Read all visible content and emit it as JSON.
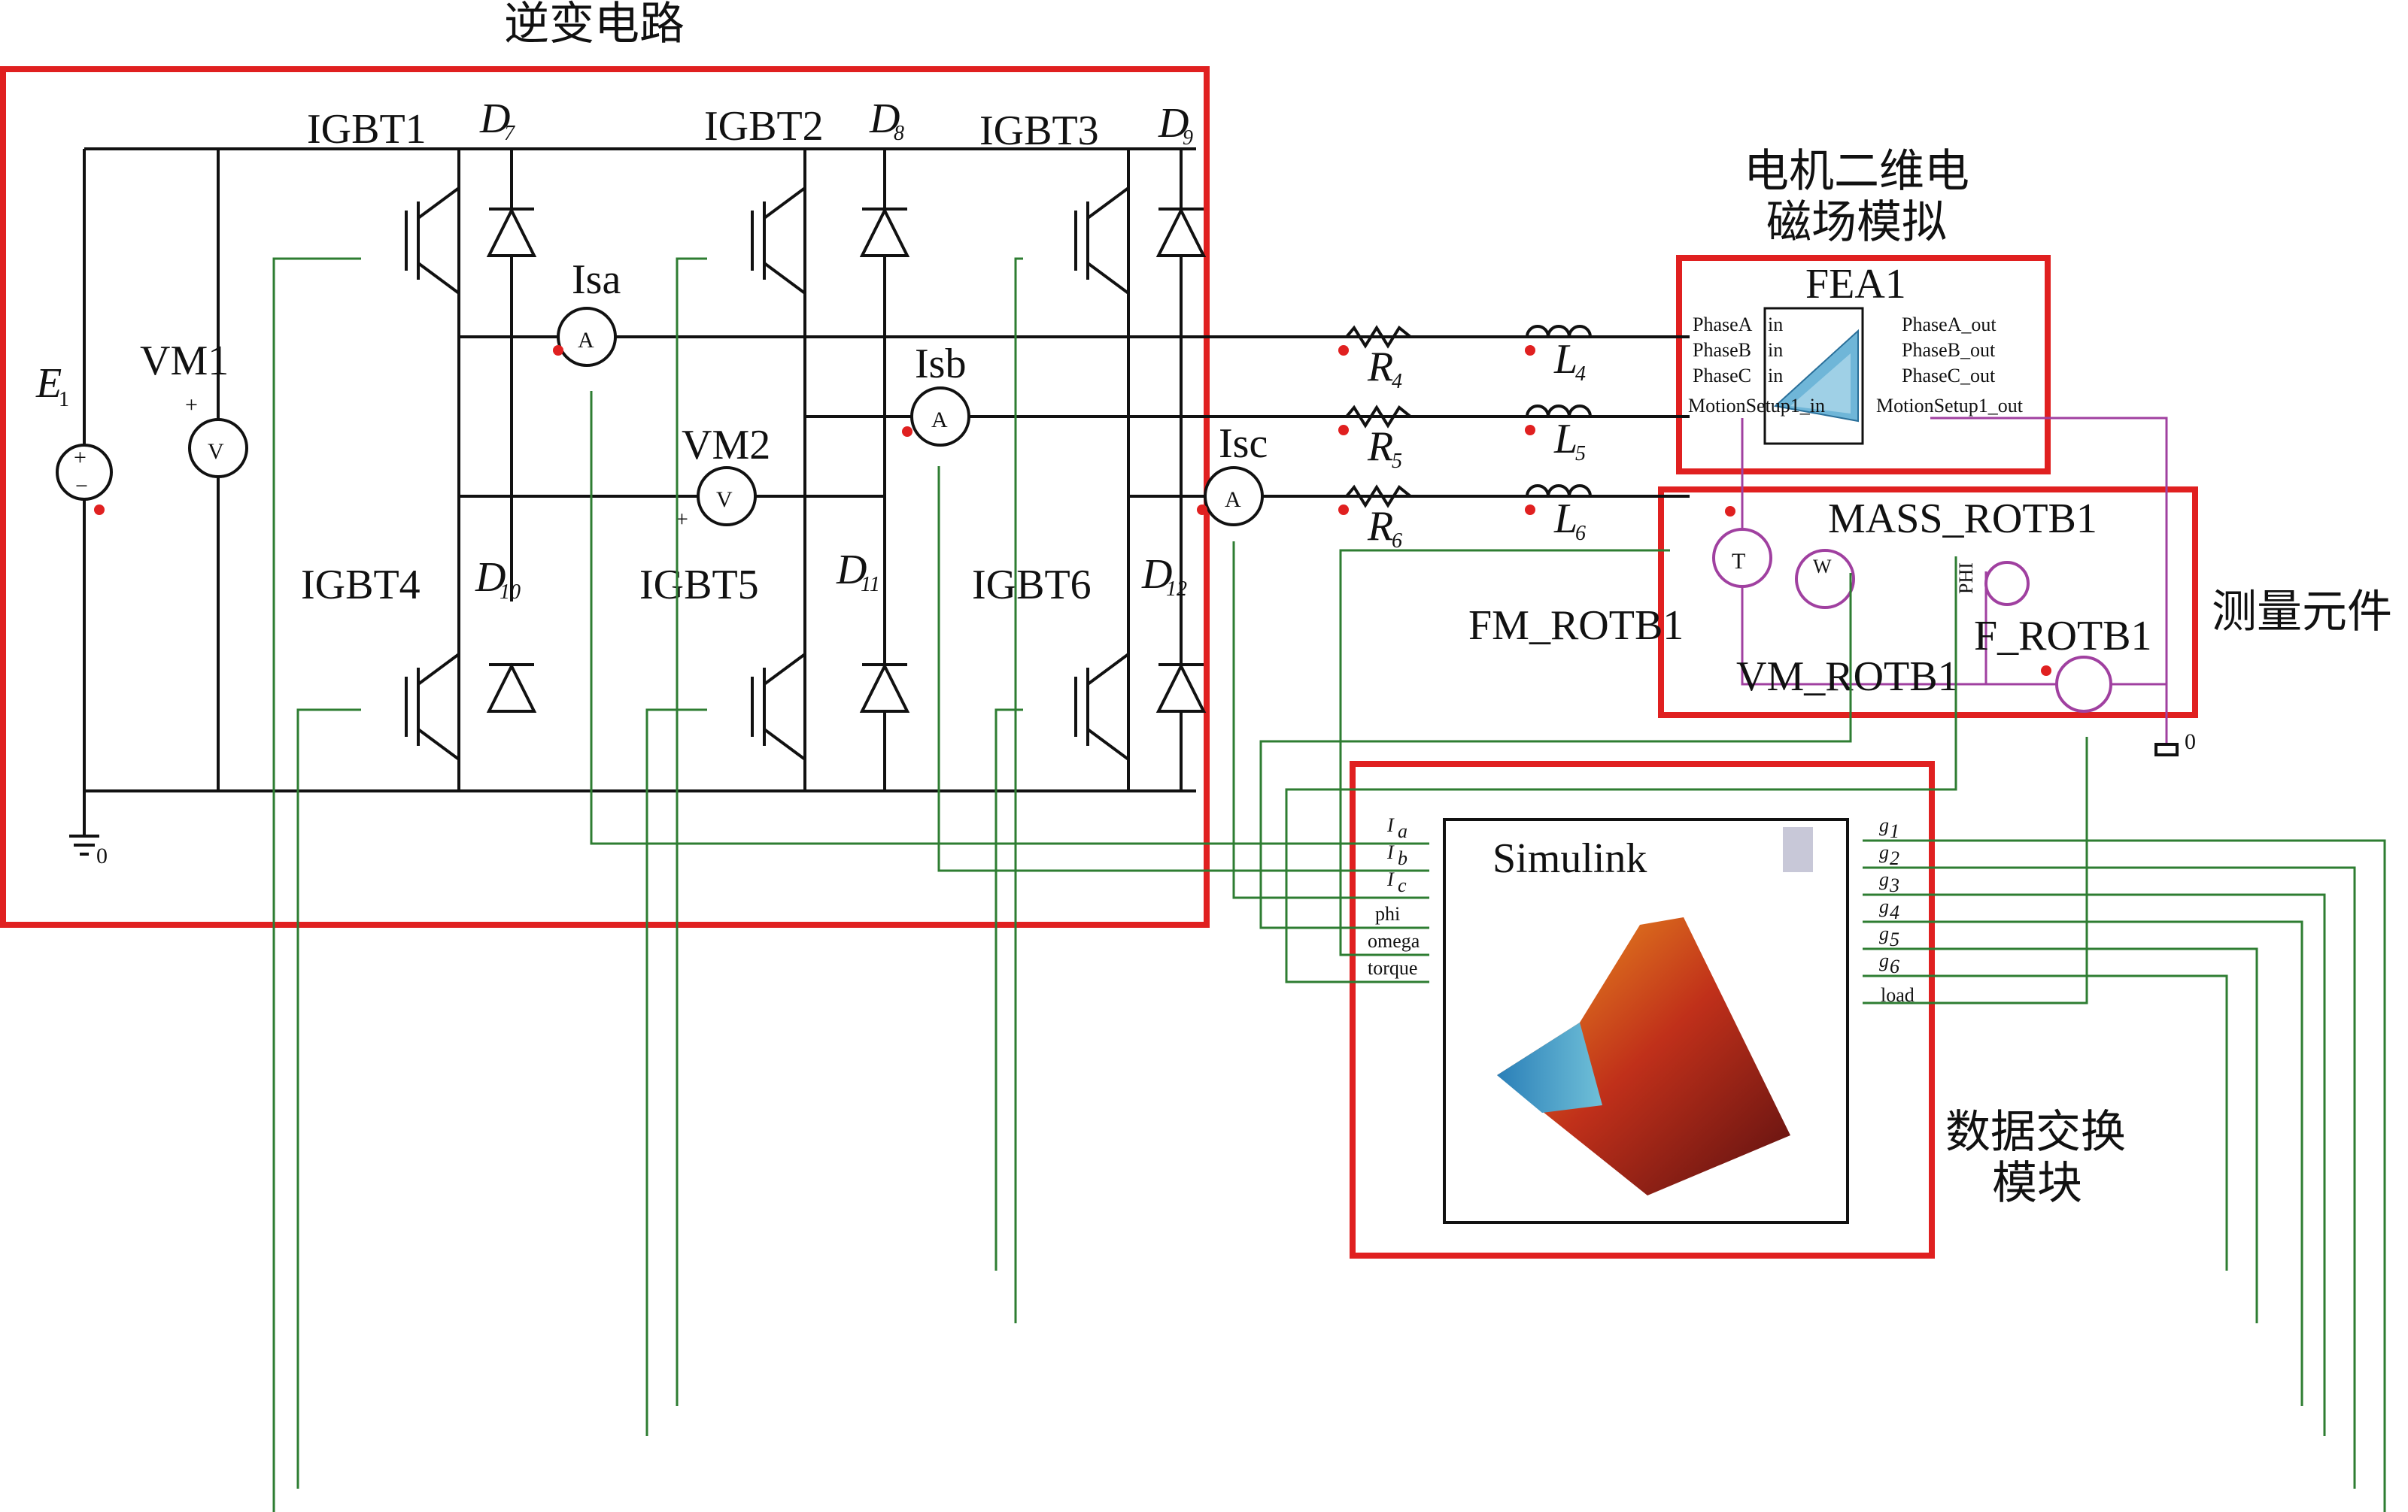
{
  "section_labels": {
    "inverter": "逆变电路",
    "fea_line1": "电机二维电",
    "fea_line2": "磁场模拟",
    "measure": "测量元件",
    "exchange_line1": "数据交换",
    "exchange_line2": "模块"
  },
  "switches": {
    "igbt1": "IGBT1",
    "igbt2": "IGBT2",
    "igbt3": "IGBT3",
    "igbt4": "IGBT4",
    "igbt5": "IGBT5",
    "igbt6": "IGBT6"
  },
  "diodes": {
    "d7": "7",
    "d8": "8",
    "d9": "9",
    "d10": "10",
    "d11": "11",
    "d12": "12"
  },
  "diode_letter": "D",
  "meters": {
    "isa": "Isa",
    "isb": "Isb",
    "isc": "Isc",
    "vm1": "VM1",
    "vm2": "VM2",
    "ammeter_symbol": "A",
    "voltmeter_symbol": "V"
  },
  "source": {
    "letter": "E",
    "index": "1"
  },
  "passives": {
    "r4": "4",
    "r5": "5",
    "r6": "6",
    "l4": "4",
    "l5": "5",
    "l6": "6",
    "r_letter": "R",
    "l_letter": "L"
  },
  "ground_label": "0",
  "fea": {
    "title": "FEA1",
    "inputs": [
      "PhaseA",
      "PhaseB",
      "PhaseC",
      "MotionSetup1_in"
    ],
    "in_tag": "in",
    "outputs": [
      "PhaseA_out",
      "PhaseB_out",
      "PhaseC_out",
      "MotionSetup1_out"
    ]
  },
  "mechanical": {
    "mass": "MASS_ROTB1",
    "fm": "FM_ROTB1",
    "vm": "VM_ROTB1",
    "f": "F_ROTB1",
    "phi_tag": "PHI",
    "torque_symbol": "T",
    "omega_symbol": "W"
  },
  "simulink": {
    "title": "Simulink",
    "inputs": [
      "I",
      "I",
      "I",
      "phi",
      "omega",
      "torque"
    ],
    "input_subs": [
      "a",
      "b",
      "c"
    ],
    "outputs": [
      "g",
      "g",
      "g",
      "g",
      "g",
      "g",
      "load"
    ],
    "output_subs": [
      "1",
      "2",
      "3",
      "4",
      "5",
      "6"
    ]
  },
  "colors": {
    "highlight_box": "#e02020",
    "wire": "#111111",
    "signal_wire": "#2e7d32",
    "mech_wire": "#a040a0",
    "node_dot": "#e02020"
  }
}
